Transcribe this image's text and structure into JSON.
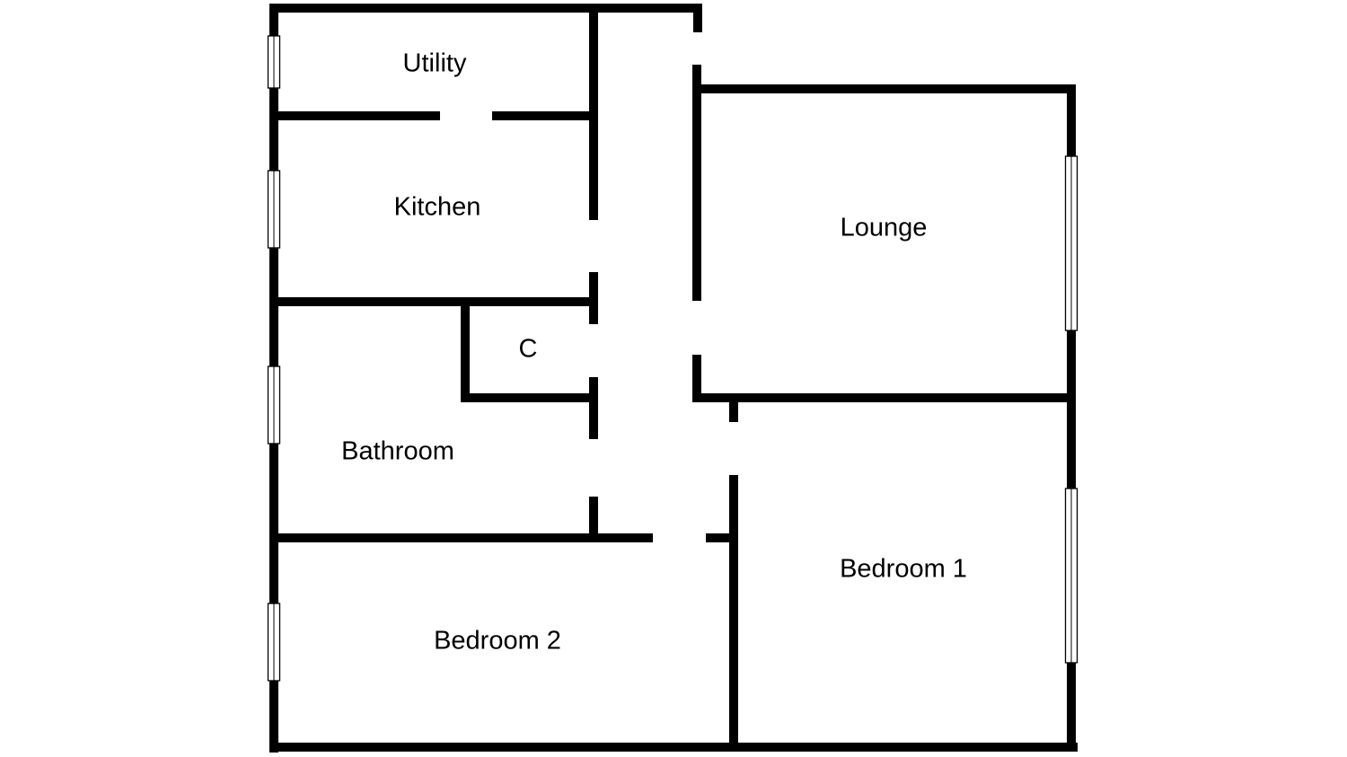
{
  "rooms": {
    "utility": "Utility",
    "kitchen": "Kitchen",
    "lounge": "Lounge",
    "cupboard": "C",
    "bathroom": "Bathroom",
    "bedroom_1": "Bedroom 1",
    "bedroom_2": "Bedroom 2"
  },
  "colors": {
    "wall": "#000000",
    "background": "#ffffff"
  }
}
